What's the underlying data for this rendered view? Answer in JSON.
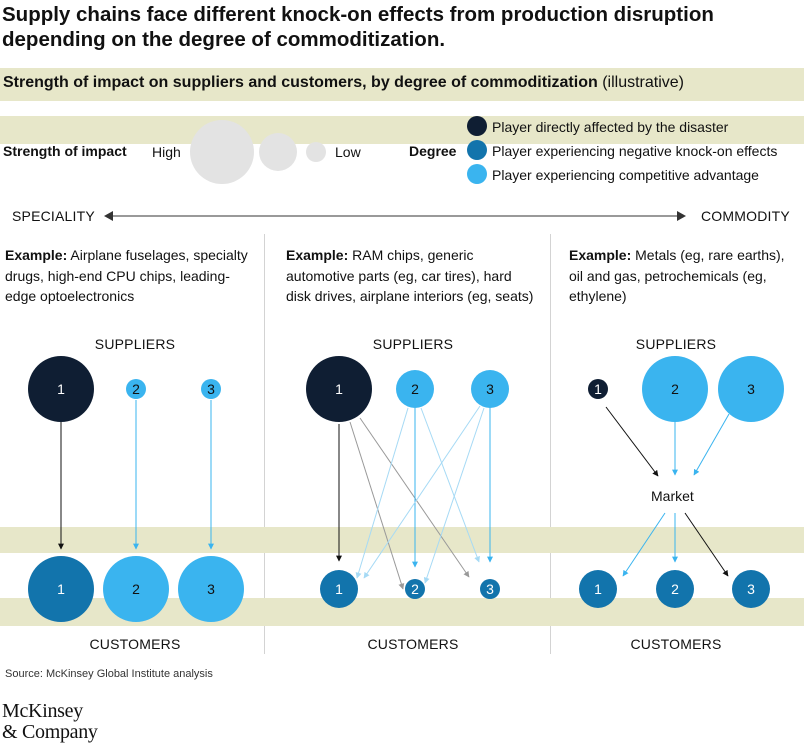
{
  "title": "Supply chains face different knock-on effects from production disruption depending on the degree of commoditization.",
  "subtitle_bold": "Strength of impact on suppliers and customers, by degree of commoditization",
  "subtitle_rest": " (illustrative)",
  "legend": {
    "strength_label": "Strength of impact",
    "high": "High",
    "low": "Low",
    "degree_label": "Degree",
    "items": [
      {
        "label": "Player directly affected by the disaster",
        "color": "#0f1e33"
      },
      {
        "label": "Player experiencing negative knock-on effects",
        "color": "#1274ac"
      },
      {
        "label": "Player experiencing competitive advantage",
        "color": "#3ab4ef"
      }
    ]
  },
  "axis": {
    "left": "SPECIALITY",
    "right": "COMMODITY"
  },
  "panels": [
    {
      "example_label": "Example:",
      "example_text": " Airplane fuselages, specialty drugs, high-end CPU chips, leading-edge optoelectronics",
      "suppliers_label": "SUPPLIERS",
      "customers_label": "CUSTOMERS",
      "suppliers": [
        {
          "label": "1",
          "degree": "direct",
          "strength": "high"
        },
        {
          "label": "2",
          "degree": "advantage",
          "strength": "low"
        },
        {
          "label": "3",
          "degree": "advantage",
          "strength": "low"
        }
      ],
      "customers": [
        {
          "label": "1",
          "degree": "negative",
          "strength": "high"
        },
        {
          "label": "2",
          "degree": "advantage",
          "strength": "high"
        },
        {
          "label": "3",
          "degree": "advantage",
          "strength": "high"
        }
      ]
    },
    {
      "example_label": "Example:",
      "example_text": " RAM chips, generic automotive parts (eg, car tires), hard disk drives, airplane interiors (eg, seats)",
      "suppliers_label": "SUPPLIERS",
      "customers_label": "CUSTOMERS",
      "suppliers": [
        {
          "label": "1",
          "degree": "direct",
          "strength": "high"
        },
        {
          "label": "2",
          "degree": "advantage",
          "strength": "medium"
        },
        {
          "label": "3",
          "degree": "advantage",
          "strength": "medium"
        }
      ],
      "customers": [
        {
          "label": "1",
          "degree": "negative",
          "strength": "medium"
        },
        {
          "label": "2",
          "degree": "negative",
          "strength": "low"
        },
        {
          "label": "3",
          "degree": "negative",
          "strength": "low"
        }
      ]
    },
    {
      "example_label": "Example:",
      "example_text": " Metals (eg, rare earths), oil and gas, petrochemicals (eg, ethylene)",
      "suppliers_label": "SUPPLIERS",
      "customers_label": "CUSTOMERS",
      "market_label": "Market",
      "suppliers": [
        {
          "label": "1",
          "degree": "direct",
          "strength": "low"
        },
        {
          "label": "2",
          "degree": "advantage",
          "strength": "high"
        },
        {
          "label": "3",
          "degree": "advantage",
          "strength": "high"
        }
      ],
      "customers": [
        {
          "label": "1",
          "degree": "negative",
          "strength": "medium"
        },
        {
          "label": "2",
          "degree": "negative",
          "strength": "medium"
        },
        {
          "label": "3",
          "degree": "negative",
          "strength": "medium"
        }
      ]
    }
  ],
  "source": "Source: McKinsey Global Institute analysis",
  "logo": {
    "line1": "McKinsey",
    "line2": "& Company"
  }
}
